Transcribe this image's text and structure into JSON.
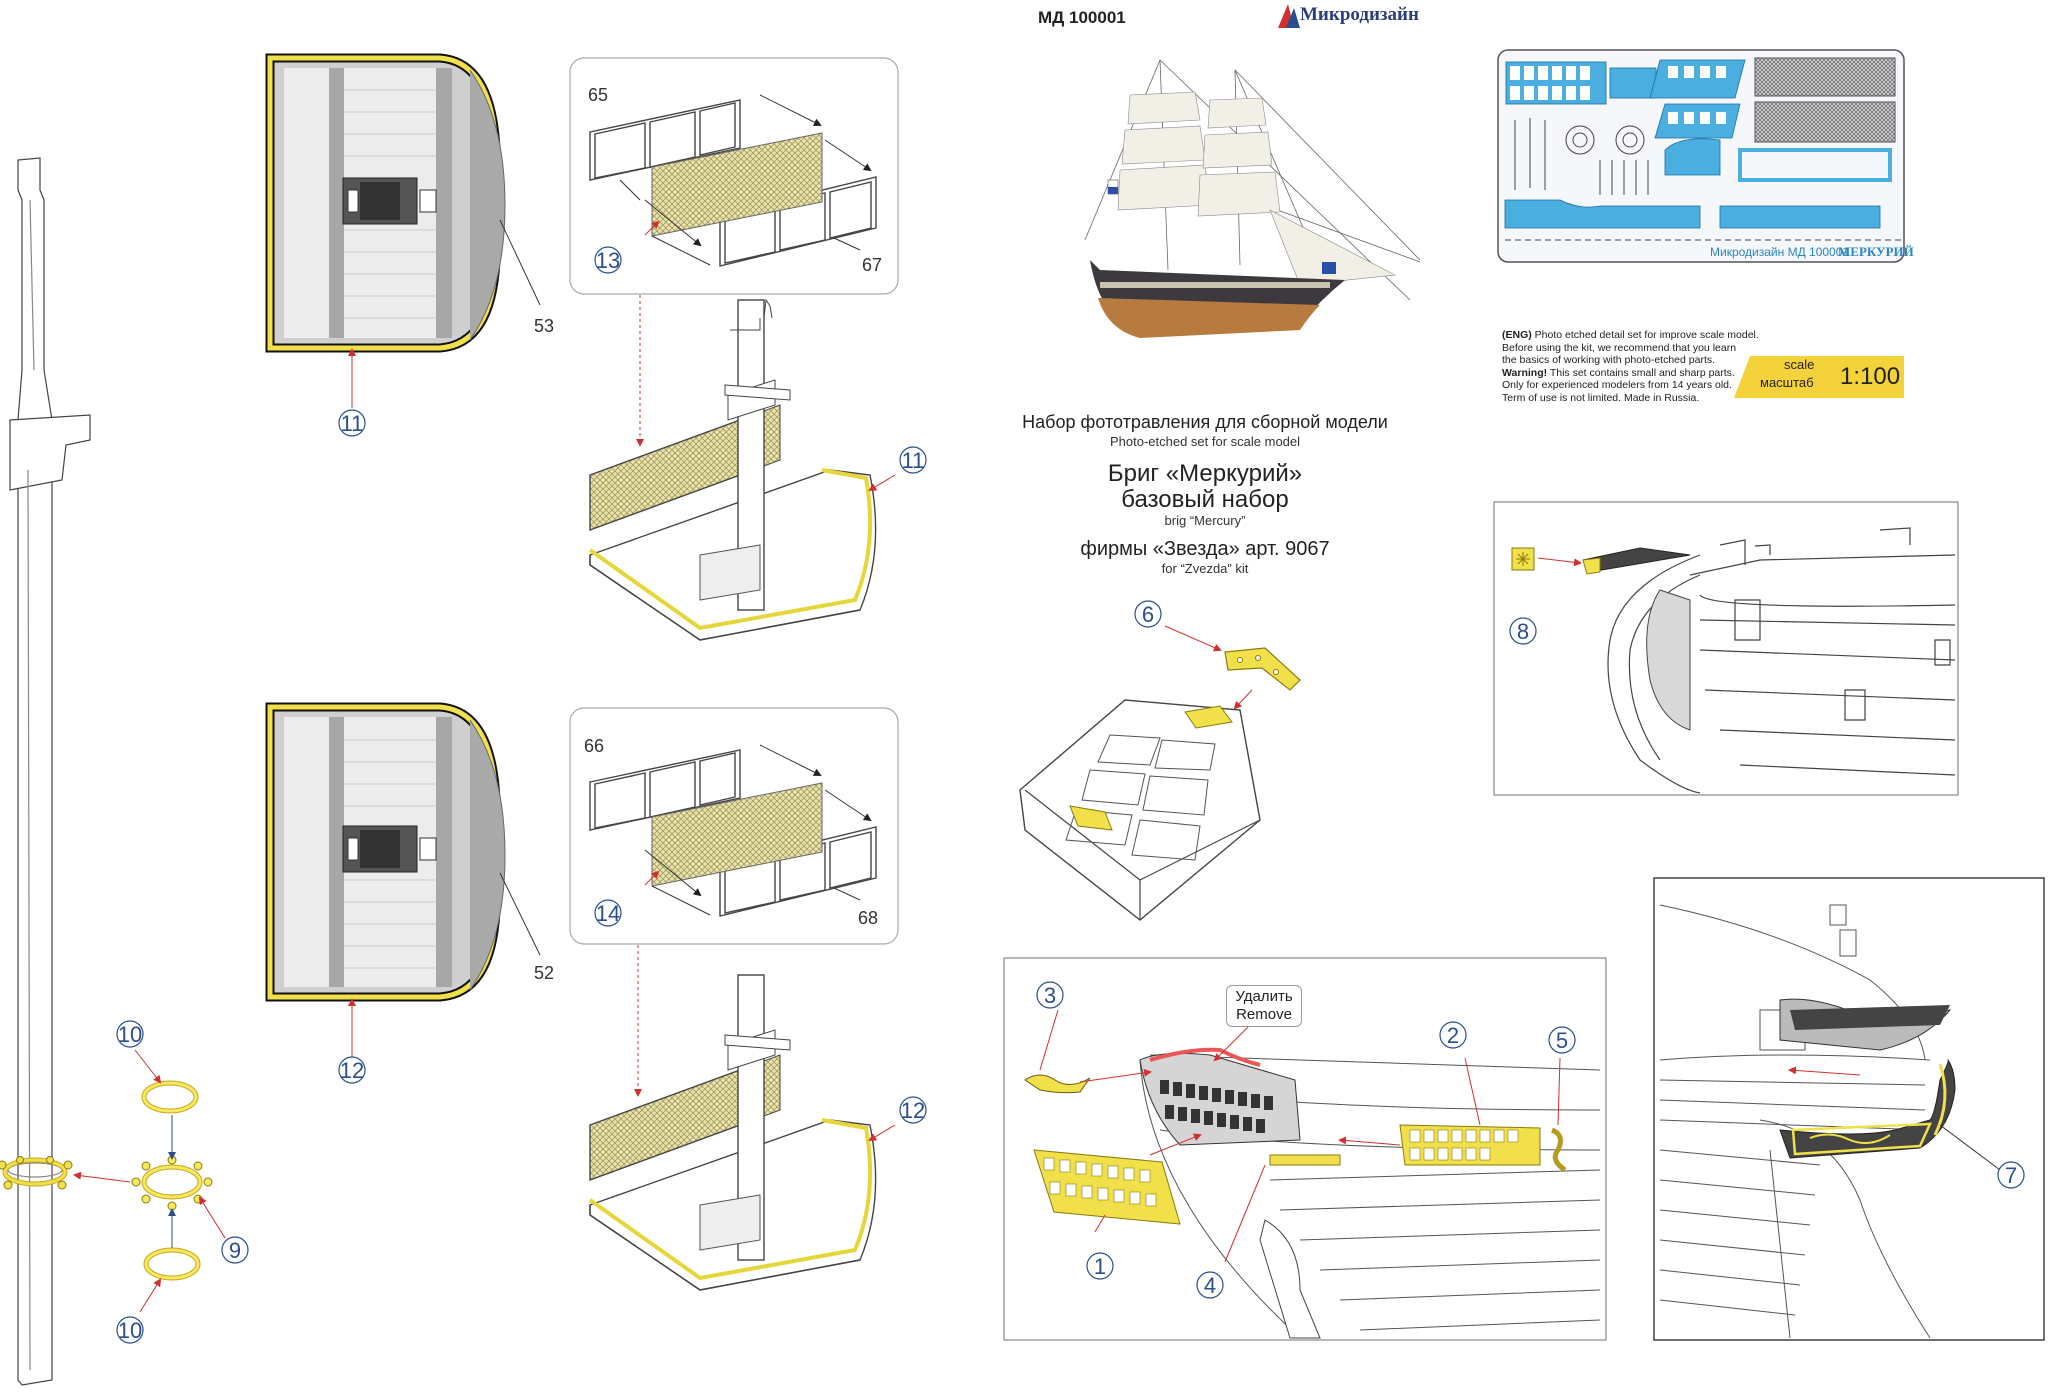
{
  "header": {
    "product_code": "МД 100001",
    "brand": "Микродизайн"
  },
  "title_block": {
    "line1": "Набор фототравления для сборной модели",
    "line2": "Photo-etched set for scale model",
    "line3": "Бриг «Меркурий»",
    "line4": "базовый набор",
    "line5": "brig “Mercury”",
    "line6": "фирмы «Звезда» арт. 9067",
    "line7": "for “Zvezda” kit"
  },
  "notes": {
    "eng_tag": "(ENG)",
    "line1": " Photo etched detail set for improve scale model.",
    "line2": "Before using the kit, we recommend that you learn",
    "line3": "the basics of working with photo-etched parts.",
    "warning_tag": "Warning!",
    "line4": " This set contains small and sharp parts.",
    "line5": "Only for experienced modelers from 14 years old.",
    "line6": "Term of use is not limited. Made in Russia."
  },
  "scale": {
    "label_en": "scale",
    "label_ru": "масштаб",
    "value": "1:100"
  },
  "fret": {
    "code": "Микродизайн МД 100001",
    "name": "МЕРКУРИЙ"
  },
  "remove_note": {
    "ru": "Удалить",
    "en": "Remove"
  },
  "callouts": {
    "c1": "1",
    "c2": "2",
    "c3": "3",
    "c4": "4",
    "c5": "5",
    "c6": "6",
    "c7": "7",
    "c8": "8",
    "c9": "9",
    "c10a": "10",
    "c10b": "10",
    "c11a": "11",
    "c11b": "11",
    "c12a": "12",
    "c12b": "12",
    "c13": "13",
    "c14": "14"
  },
  "part_labels": {
    "p53": "53",
    "p52": "52",
    "p65": "65",
    "p66": "66",
    "p67": "67",
    "p68": "68"
  },
  "colors": {
    "callout_blue": "#2a4f8c",
    "brass_yellow": "#f2e04a",
    "fret_blue": "#4aaee0",
    "arrow_red": "#d03030",
    "deck_gray": "#9a9a9a"
  }
}
